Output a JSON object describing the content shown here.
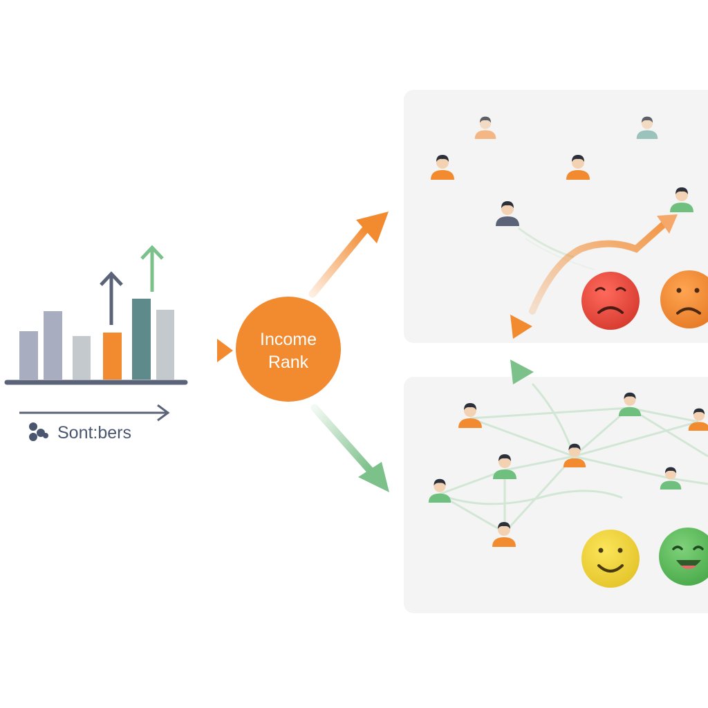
{
  "hub": {
    "line1": "Income",
    "line2": "Rank"
  },
  "legend": {
    "label": "Sont:bers",
    "icon": "cluster-icon"
  },
  "colors": {
    "orange": "#f28a30",
    "green": "#7cc08a",
    "slate": "#5a6378",
    "teal": "#5f8a8b",
    "gray_bar": "#a9adc0",
    "panel": "#f4f4f4",
    "face_red": "#e8473a",
    "face_orange": "#f08a35",
    "face_yellow": "#f0d33a",
    "face_green": "#5cb85c"
  },
  "bars": [
    {
      "value": 70,
      "color": "gray"
    },
    {
      "value": 99,
      "color": "gray"
    },
    {
      "value": 63,
      "color": "lightgray"
    },
    {
      "value": 68,
      "color": "orange"
    },
    {
      "value": 117,
      "color": "teal"
    },
    {
      "value": 101,
      "color": "lightgray"
    }
  ],
  "faces": [
    {
      "name": "sad-red-face-icon",
      "mood": "sad"
    },
    {
      "name": "sad-orange-face-icon",
      "mood": "frown"
    },
    {
      "name": "smile-yellow-face-icon",
      "mood": "smile"
    },
    {
      "name": "grin-green-face-icon",
      "mood": "grin"
    }
  ]
}
